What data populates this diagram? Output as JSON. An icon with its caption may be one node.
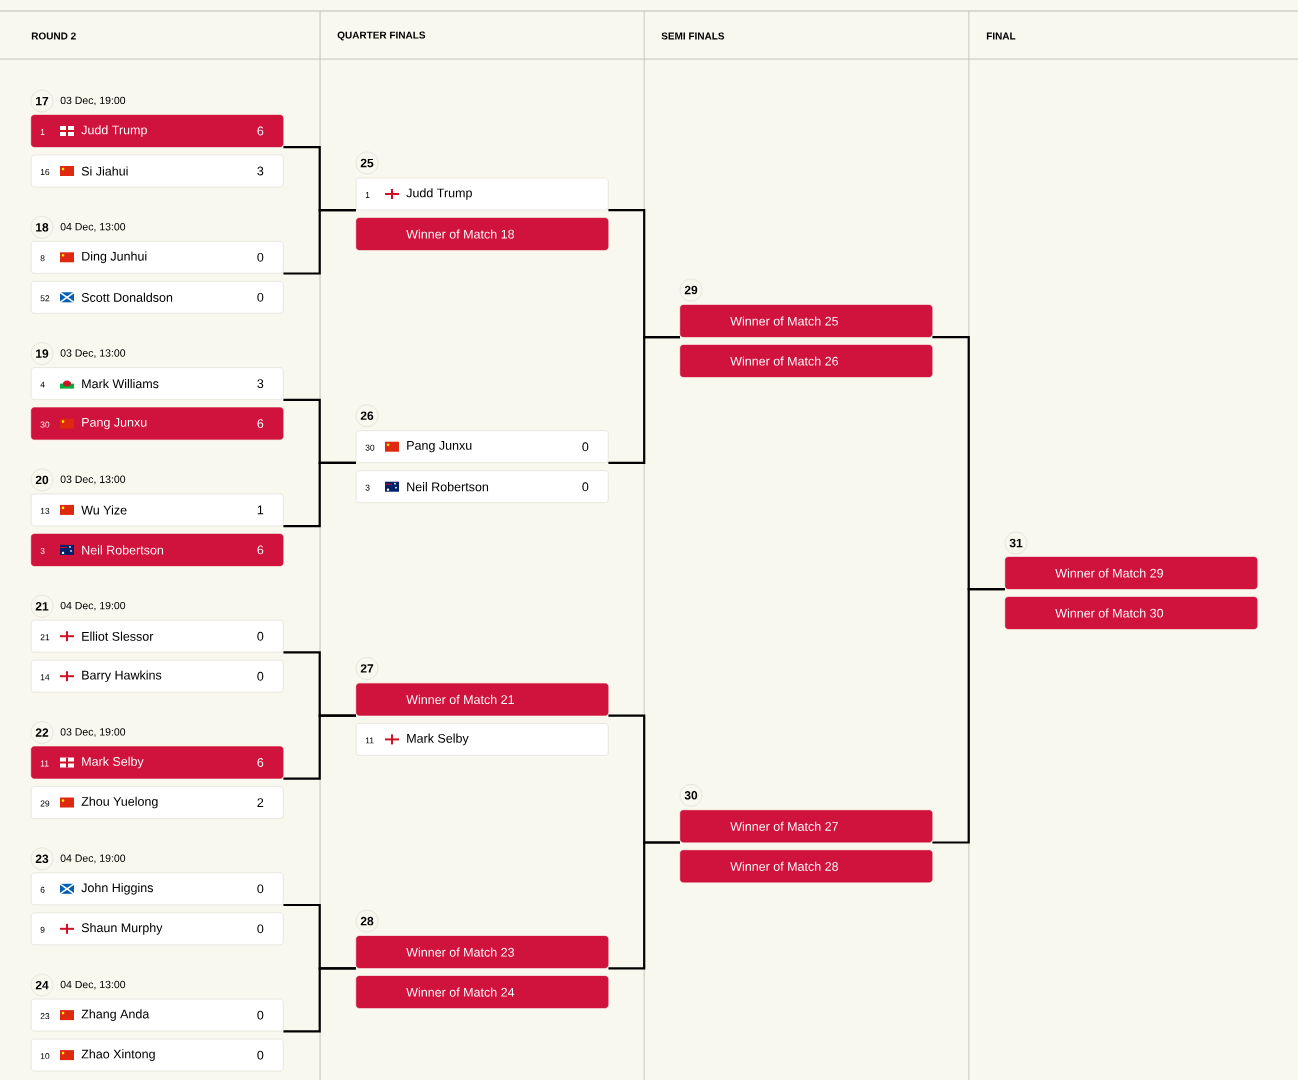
{
  "diagram": {
    "nodes": [
      {
        "text": [
          "17"
        ],
        "beside": [
          "03 Dec, 19:00"
        ]
      },
      {
        "text": [
          "1",
          "Judd Trump",
          "6"
        ]
      },
      {
        "text": [
          "16",
          "Si Jiahui",
          "3"
        ]
      },
      {
        "text": [
          "18"
        ],
        "beside": [
          "04 Dec, 13:00"
        ]
      },
      {
        "text": [
          "8",
          "Ding Junhui",
          "0"
        ]
      },
      {
        "text": [
          "52",
          "Scott Donaldson",
          "0"
        ]
      },
      {
        "text": [
          "19"
        ],
        "beside": [
          "03 Dec, 13:00"
        ]
      },
      {
        "text": [
          "4",
          "Mark Williams",
          "3"
        ]
      },
      {
        "text": [
          "30",
          "Pang Junxu",
          "6"
        ]
      },
      {
        "text": [
          "20"
        ],
        "beside": [
          "03 Dec, 13:00"
        ]
      },
      {
        "text": [
          "13",
          "Wu Yize",
          "1"
        ]
      },
      {
        "text": [
          "3",
          "Neil Robertson",
          "6"
        ]
      },
      {
        "text": [
          "21"
        ],
        "beside": [
          "04 Dec, 19:00"
        ]
      },
      {
        "text": [
          "21",
          "Elliot Slessor",
          "0"
        ]
      },
      {
        "text": [
          "14",
          "Barry Hawkins",
          "0"
        ]
      },
      {
        "text": [
          "22"
        ],
        "beside": [
          "03 Dec, 19:00"
        ]
      },
      {
        "text": [
          "11",
          "Mark Selby",
          "6"
        ]
      },
      {
        "text": [
          "29",
          "Zhou Yuelong",
          "2"
        ]
      },
      {
        "text": [
          "23"
        ],
        "beside": [
          "04 Dec, 19:00"
        ]
      },
      {
        "text": [
          "6",
          "John Higgins",
          "0"
        ]
      },
      {
        "text": [
          "9",
          "Shaun Murphy",
          "0"
        ]
      },
      {
        "text": [
          "24"
        ],
        "beside": [
          "04 Dec, 13:00"
        ]
      },
      {
        "text": [
          "23",
          "Zhang Anda",
          "0"
        ]
      },
      {
        "text": [
          "10",
          "Zhao Xintong",
          "0"
        ]
      },
      {
        "text": [
          "25"
        ]
      },
      {
        "text": [
          "1",
          "Judd Trump"
        ]
      },
      {
        "text": [
          "Winner of Match 18"
        ]
      },
      {
        "text": [
          "26"
        ]
      },
      {
        "text": [
          "30",
          "Pang Junxu",
          "0"
        ]
      },
      {
        "text": [
          "3",
          "Neil Robertson",
          "0"
        ]
      },
      {
        "text": [
          "27"
        ]
      },
      {
        "text": [
          "Winner of Match 21"
        ]
      },
      {
        "text": [
          "11",
          "Mark Selby"
        ]
      },
      {
        "text": [
          "28"
        ]
      },
      {
        "text": [
          "Winner of Match 23"
        ]
      },
      {
        "text": [
          "Winner of Match 24"
        ]
      },
      {
        "text": [
          "29"
        ]
      },
      {
        "text": [
          "Winner of Match 25"
        ]
      },
      {
        "text": [
          "Winner of Match 26"
        ]
      },
      {
        "text": [
          "30"
        ]
      },
      {
        "text": [
          "Winner of Match 27"
        ]
      },
      {
        "text": [
          "Winner of Match 28"
        ]
      },
      {
        "text": [
          "31"
        ]
      },
      {
        "text": [
          "Winner of Match 29"
        ]
      },
      {
        "text": [
          "Winner of Match 30"
        ]
      }
    ],
    "edges": [
      {
        "from": 1,
        "to": 25,
        "arrow": "none"
      },
      {
        "from": 4,
        "to": 25,
        "arrow": "none"
      },
      {
        "from": 7,
        "to": 28,
        "arrow": "none"
      },
      {
        "from": 10,
        "to": 28,
        "arrow": "none"
      },
      {
        "from": 13,
        "to": 31,
        "arrow": "none"
      },
      {
        "from": 16,
        "to": 31,
        "arrow": "none"
      },
      {
        "from": 19,
        "to": 34,
        "arrow": "none"
      },
      {
        "from": 22,
        "to": 34,
        "arrow": "none"
      },
      {
        "from": 25,
        "to": 37,
        "arrow": "none"
      },
      {
        "from": 28,
        "to": 37,
        "arrow": "none"
      },
      {
        "from": 31,
        "to": 40,
        "arrow": "none"
      },
      {
        "from": 34,
        "to": 40,
        "arrow": "none"
      },
      {
        "from": 37,
        "to": 43,
        "arrow": "none"
      },
      {
        "from": 40,
        "to": 43,
        "arrow": "none"
      }
    ],
    "labels": [
      "ROUND 2",
      "QUARTER FINALS",
      "SEMI FINALS",
      "FINAL"
    ]
  }
}
